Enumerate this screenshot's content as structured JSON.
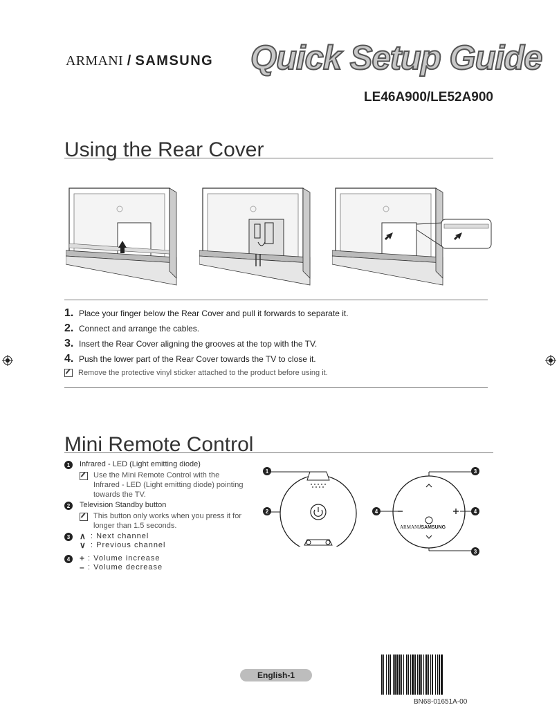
{
  "header": {
    "brand_armani": "ARMANI",
    "brand_separator": "/",
    "brand_samsung": "SAMSUNG",
    "guide_title": "Quick Setup Guide",
    "model": "LE46A900/LE52A900"
  },
  "rear_cover": {
    "title": "Using the Rear Cover",
    "steps": [
      {
        "num": "1.",
        "text": "Place your finger below the Rear Cover and pull it forwards to separate it."
      },
      {
        "num": "2.",
        "text": "Connect and arrange the cables."
      },
      {
        "num": "3.",
        "text": "Insert the Rear Cover aligning the grooves at the top with the TV."
      },
      {
        "num": "4.",
        "text": "Push the lower part of the Rear Cover towards the TV to close it."
      }
    ],
    "note": "Remove the protective vinyl sticker attached to the product before using it."
  },
  "mini_remote": {
    "title": "Mini Remote Control",
    "items": [
      {
        "badge": "1",
        "label": "Infrared - LED (Light emitting diode)",
        "note": "Use the Mini Remote Control with the  Infrared - LED (Light emitting diode) pointing towards the TV."
      },
      {
        "badge": "2",
        "label": "Television Standby button",
        "note": "This button only works when you press it for longer than 1.5 seconds."
      },
      {
        "badge": "3",
        "up": ": Next channel",
        "down": ": Previous channel"
      },
      {
        "badge": "4",
        "plus": ": Volume increase",
        "minus": ": Volume decrease"
      }
    ],
    "remote_logo_armani": "ARMANI",
    "remote_logo_samsung": "SAMSUNG"
  },
  "footer": {
    "page_label": "English-1",
    "doc_code": "BN68-01651A-00"
  },
  "colors": {
    "rule": "#777777",
    "pill": "#bdbdbd",
    "badge": "#222222"
  }
}
